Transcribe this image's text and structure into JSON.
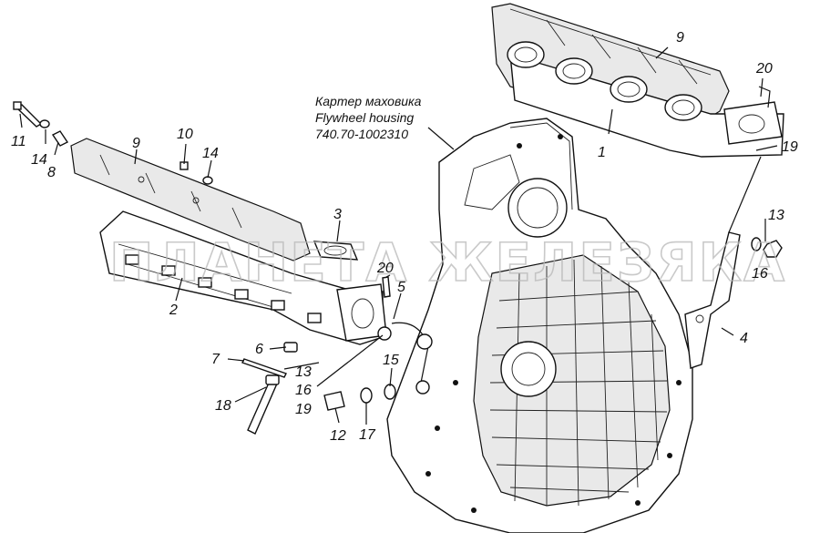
{
  "caption": {
    "ru": "Картер маховика",
    "en": "Flywheel housing",
    "code": "740.70-1002310"
  },
  "watermark": "ПЛАНЕТА ЖЕЛЕЗЯКА",
  "callouts": {
    "c1": "1",
    "c2": "2",
    "c3": "3",
    "c4": "4",
    "c5": "5",
    "c6": "6",
    "c7": "7",
    "c8": "8",
    "c9a": "9",
    "c9b": "9",
    "c10": "10",
    "c11": "11",
    "c12": "12",
    "c13a": "13",
    "c13b": "13",
    "c14a": "14",
    "c14b": "14",
    "c15": "15",
    "c16a": "16",
    "c16b": "16",
    "c17": "17",
    "c18": "18",
    "c19a": "19",
    "c19b": "19",
    "c20a": "20",
    "c20b": "20"
  }
}
